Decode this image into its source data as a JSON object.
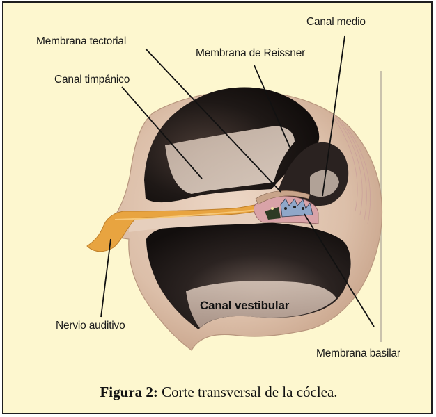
{
  "labels": {
    "canal_medio": "Canal medio",
    "membrana_tectorial": "Membrana tectorial",
    "membrana_reissner": "Membrana de Reissner",
    "canal_timpanico": "Canal timpánico",
    "canal_vestibular": "Canal vestibular",
    "nervio_auditivo": "Nervio auditivo",
    "membrana_basilar": "Membrana basilar"
  },
  "caption": {
    "figure_label": "Figura 2:",
    "text": "Corte transversal de la cóclea."
  },
  "colors": {
    "background": "#fdf7cf",
    "border": "#1e1e1e",
    "bone": "#e2c6b3",
    "cavity": "#2a2220",
    "nerve": "#e8a440"
  }
}
